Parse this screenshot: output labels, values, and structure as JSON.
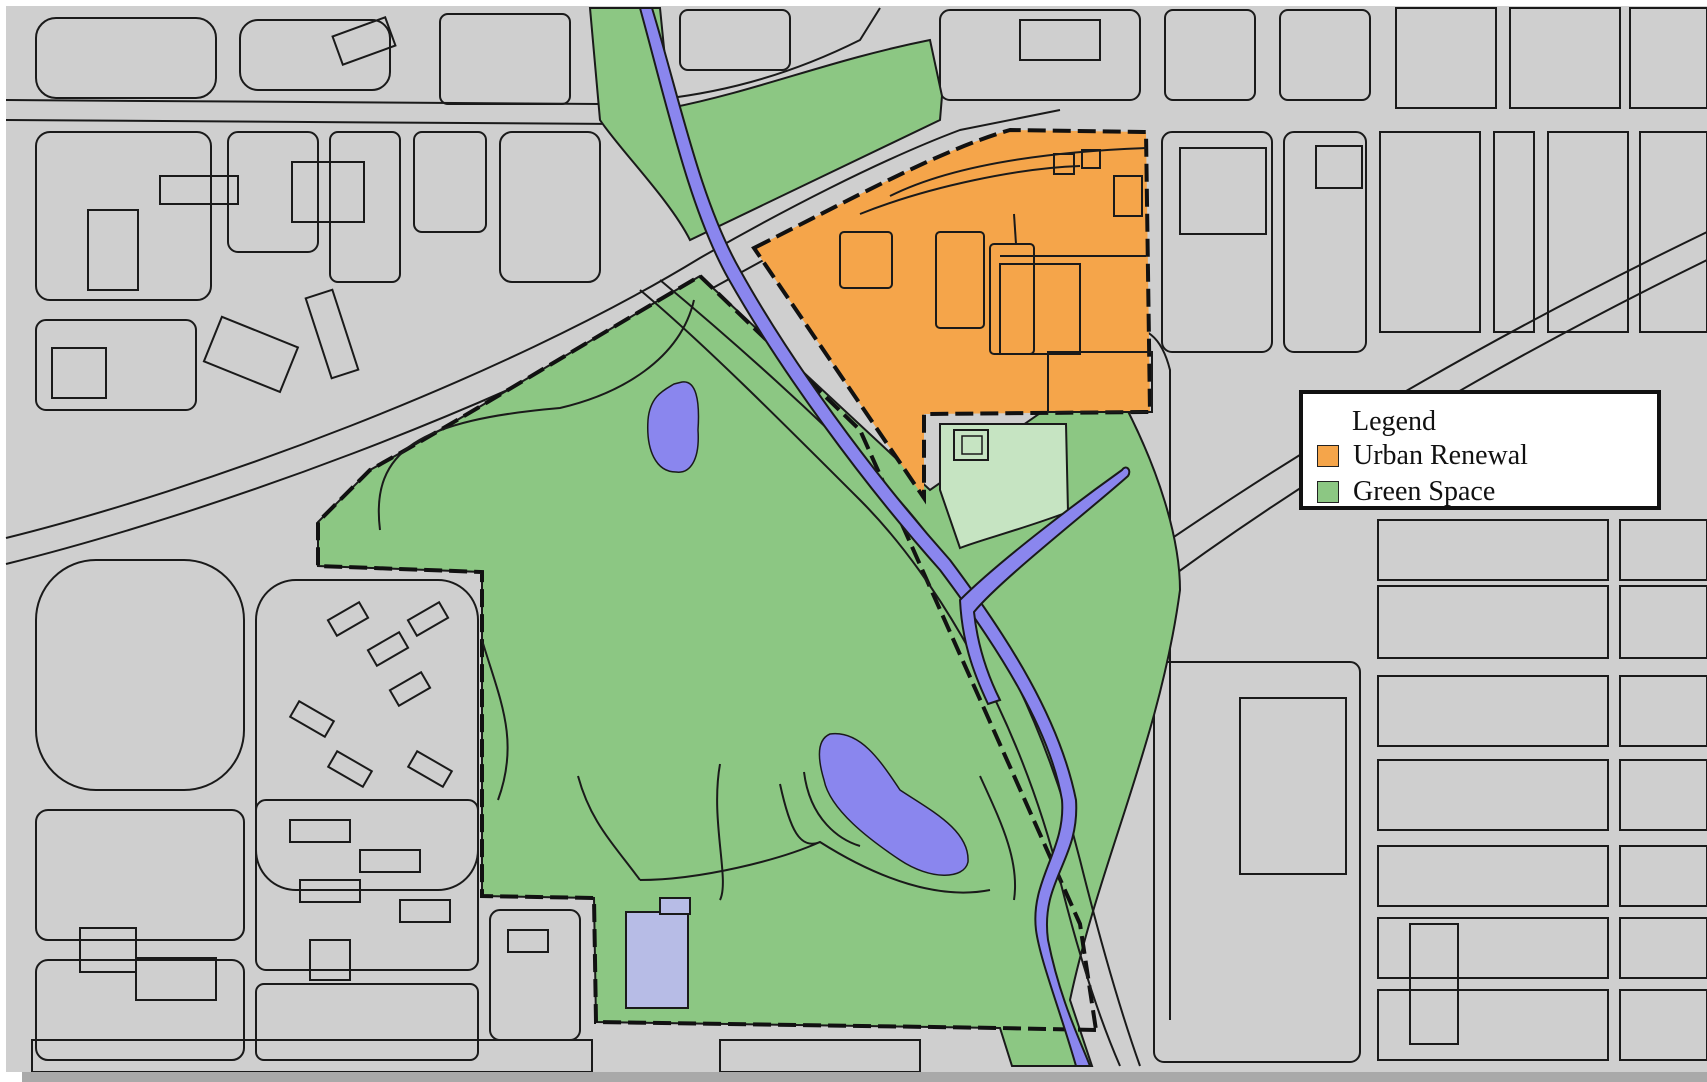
{
  "legend": {
    "title": "Legend",
    "items": [
      {
        "label": "Urban Renewal",
        "color": "#f5a54a",
        "icon": "urban-renewal-swatch"
      },
      {
        "label": "Green Space",
        "color": "#8cc783",
        "icon": "green-space-swatch"
      }
    ]
  },
  "colors": {
    "background": "#cfcfcf",
    "street_lines": "#1a1a1a",
    "water": "#8a86ee",
    "building_lot": "#b7bce6",
    "ballfield": "#c6e4c2",
    "boundary": "#111111"
  }
}
